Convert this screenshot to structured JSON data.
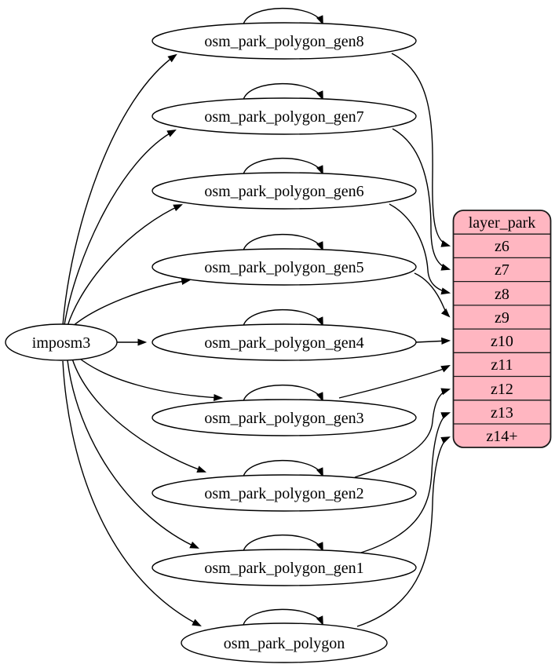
{
  "diagram": {
    "source_node": {
      "label": "imposm3"
    },
    "tables": [
      {
        "label": "osm_park_polygon_gen8",
        "feeds_zoom": "z6",
        "self_loop": true
      },
      {
        "label": "osm_park_polygon_gen7",
        "feeds_zoom": "z7",
        "self_loop": true
      },
      {
        "label": "osm_park_polygon_gen6",
        "feeds_zoom": "z8",
        "self_loop": true
      },
      {
        "label": "osm_park_polygon_gen5",
        "feeds_zoom": "z9",
        "self_loop": true
      },
      {
        "label": "osm_park_polygon_gen4",
        "feeds_zoom": "z10",
        "self_loop": true
      },
      {
        "label": "osm_park_polygon_gen3",
        "feeds_zoom": "z11",
        "self_loop": true
      },
      {
        "label": "osm_park_polygon_gen2",
        "feeds_zoom": "z12",
        "self_loop": true
      },
      {
        "label": "osm_park_polygon_gen1",
        "feeds_zoom": "z13",
        "self_loop": true
      },
      {
        "label": "osm_park_polygon",
        "feeds_zoom": "z14+",
        "self_loop": true
      }
    ],
    "layer_table": {
      "header": "layer_park",
      "fill": "#ffb6c1",
      "rows": [
        "z6",
        "z7",
        "z8",
        "z9",
        "z10",
        "z11",
        "z12",
        "z13",
        "z14+"
      ]
    },
    "colors": {
      "node_fill": "#ffffff",
      "stroke": "#000000",
      "layer_fill": "#ffb6c1"
    }
  }
}
